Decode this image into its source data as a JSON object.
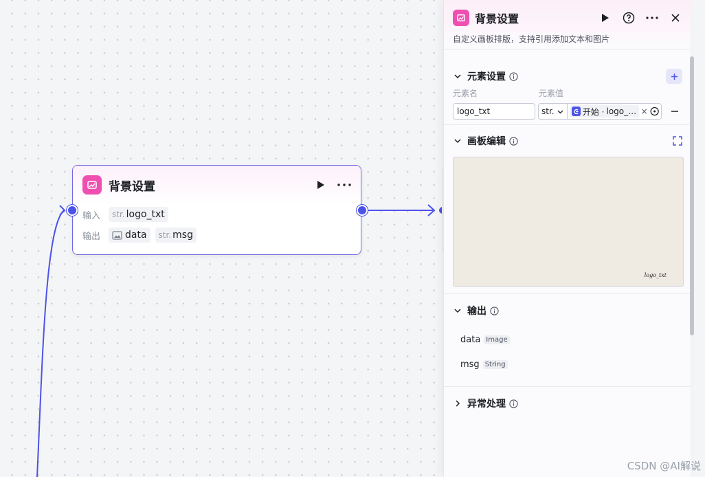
{
  "colors": {
    "accent": "#4d53e8",
    "node_border": "#6f6ae0",
    "node_icon_bg": "#ee4fb0",
    "canvas_preview_bg": "#efebe3"
  },
  "node": {
    "title": "背景设置",
    "icon": "image-edit-icon",
    "input_label": "输入",
    "output_label": "输出",
    "inputs": [
      {
        "type": "str.",
        "name": "logo_txt"
      }
    ],
    "outputs": [
      {
        "type_icon": "image-icon",
        "name": "data"
      },
      {
        "type": "str.",
        "name": "msg"
      }
    ]
  },
  "panel": {
    "title": "背景设置",
    "description": "自定义画板排版，支持引用添加文本和图片",
    "elements_section": {
      "title": "元素设置",
      "col_name": "元素名",
      "col_value": "元素值",
      "rows": [
        {
          "name": "logo_txt",
          "type": "str.",
          "ref_source": "开始 ·",
          "ref_var": "logo_txt",
          "clear": "×"
        }
      ]
    },
    "canvas_section": {
      "title": "画板编辑",
      "preview_text": "logo_txt"
    },
    "output_section": {
      "title": "输出",
      "items": [
        {
          "name": "data",
          "type": "Image"
        },
        {
          "name": "msg",
          "type": "String"
        }
      ]
    },
    "exception_section": {
      "title": "异常处理"
    }
  },
  "watermark": "CSDN @AI解说"
}
